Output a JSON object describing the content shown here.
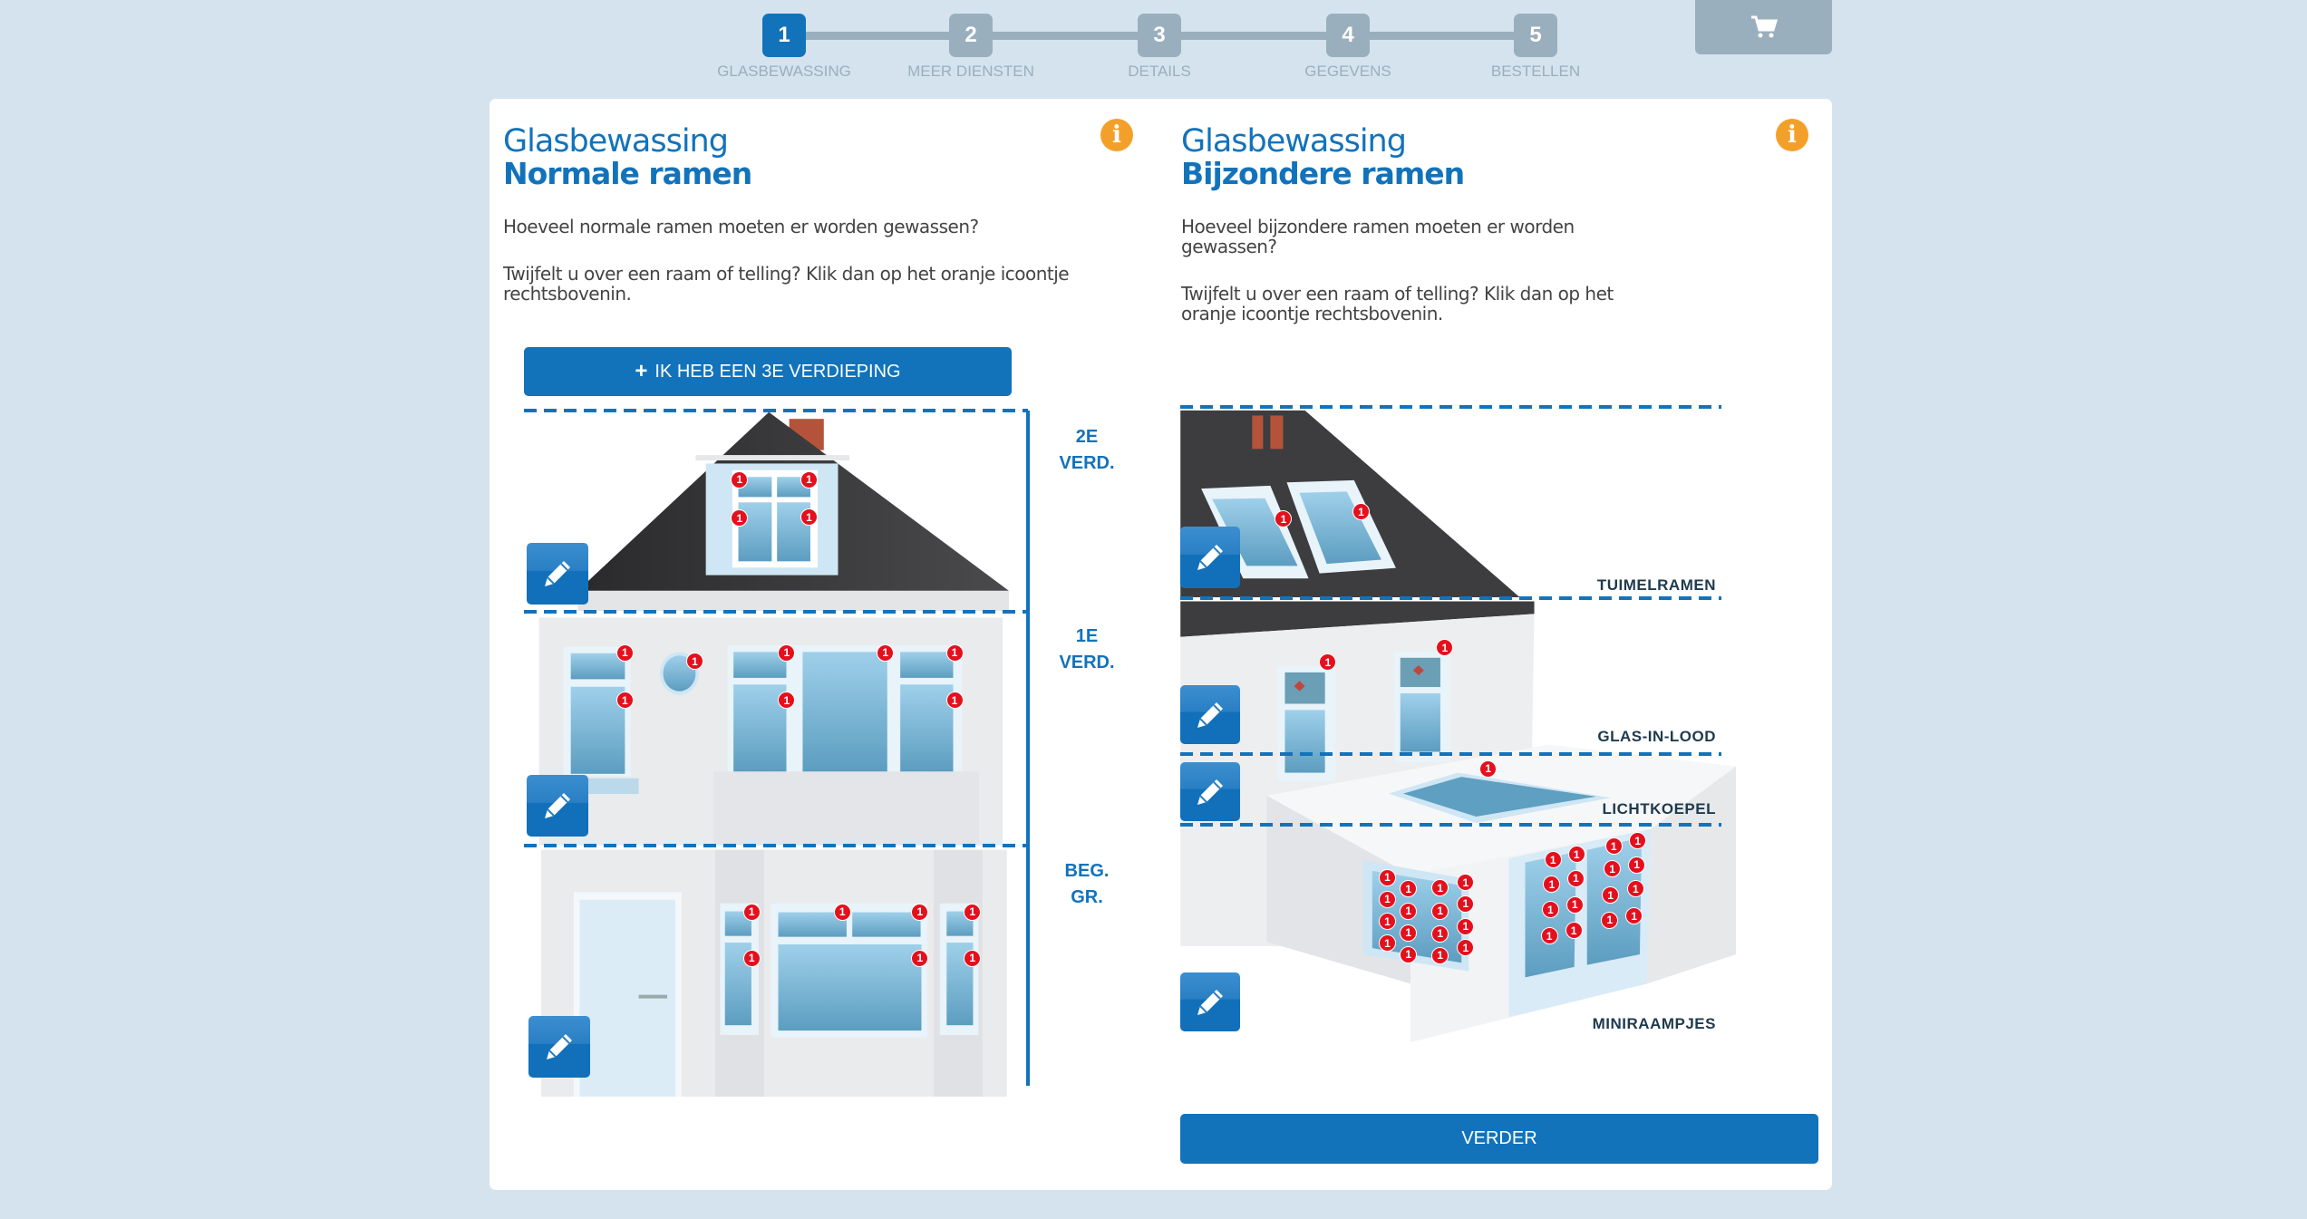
{
  "steps": [
    {
      "num": "1",
      "label": "Glasbewassing",
      "active": true
    },
    {
      "num": "2",
      "label": "Meer diensten"
    },
    {
      "num": "3",
      "label": "Details"
    },
    {
      "num": "4",
      "label": "Gegevens"
    },
    {
      "num": "5",
      "label": "Bestellen"
    }
  ],
  "cart_icon": "shopping-cart-icon",
  "left": {
    "title": "Glasbewassing",
    "subtitle": "Normale ramen",
    "question": "Hoeveel normale ramen moeten er worden gewassen?",
    "hint": "Twijfelt u over een raam of telling? Klik dan op het oranje icoontje rechtsbovenin.",
    "add_floor_button": "IK HEB EEN 3E VERDIEPING",
    "floors": [
      {
        "line1": "2E",
        "line2": "VERD."
      },
      {
        "line1": "1E",
        "line2": "VERD."
      },
      {
        "line1": "BEG.",
        "line2": "GR."
      }
    ],
    "badges": [
      "1",
      "1",
      "1",
      "1",
      "1",
      "1",
      "1",
      "1",
      "1",
      "1",
      "1",
      "1",
      "1",
      "1",
      "1",
      "1",
      "1",
      "1",
      "1"
    ]
  },
  "right": {
    "title": "Glasbewassing",
    "subtitle": "Bijzondere ramen",
    "question": "Hoeveel bijzondere ramen moeten er worden gewassen?",
    "hint": "Twijfelt u over een raam of telling? Klik dan op het oranje icoontje rechtsbovenin.",
    "categories": [
      "TUIMELRAMEN",
      "GLAS-IN-LOOD",
      "LICHTKOEPEL",
      "MINIRAAMPJES"
    ],
    "badges": [
      "1",
      "1",
      "1",
      "1",
      "1",
      "1",
      "1",
      "1",
      "1",
      "1",
      "1",
      "1",
      "1",
      "1",
      "1",
      "1",
      "1",
      "1",
      "1",
      "1",
      "1",
      "1",
      "1",
      "1",
      "1",
      "1",
      "1",
      "1",
      "1",
      "1",
      "1",
      "1",
      "1",
      "1",
      "1",
      "1",
      "1"
    ]
  },
  "next_button": "VERDER",
  "info_icon": "i",
  "colors": {
    "primary": "#1273bb",
    "inactive": "#9aafbe",
    "info": "#f3a02a",
    "badge": "#e4101d",
    "background": "#d5e3ee"
  }
}
